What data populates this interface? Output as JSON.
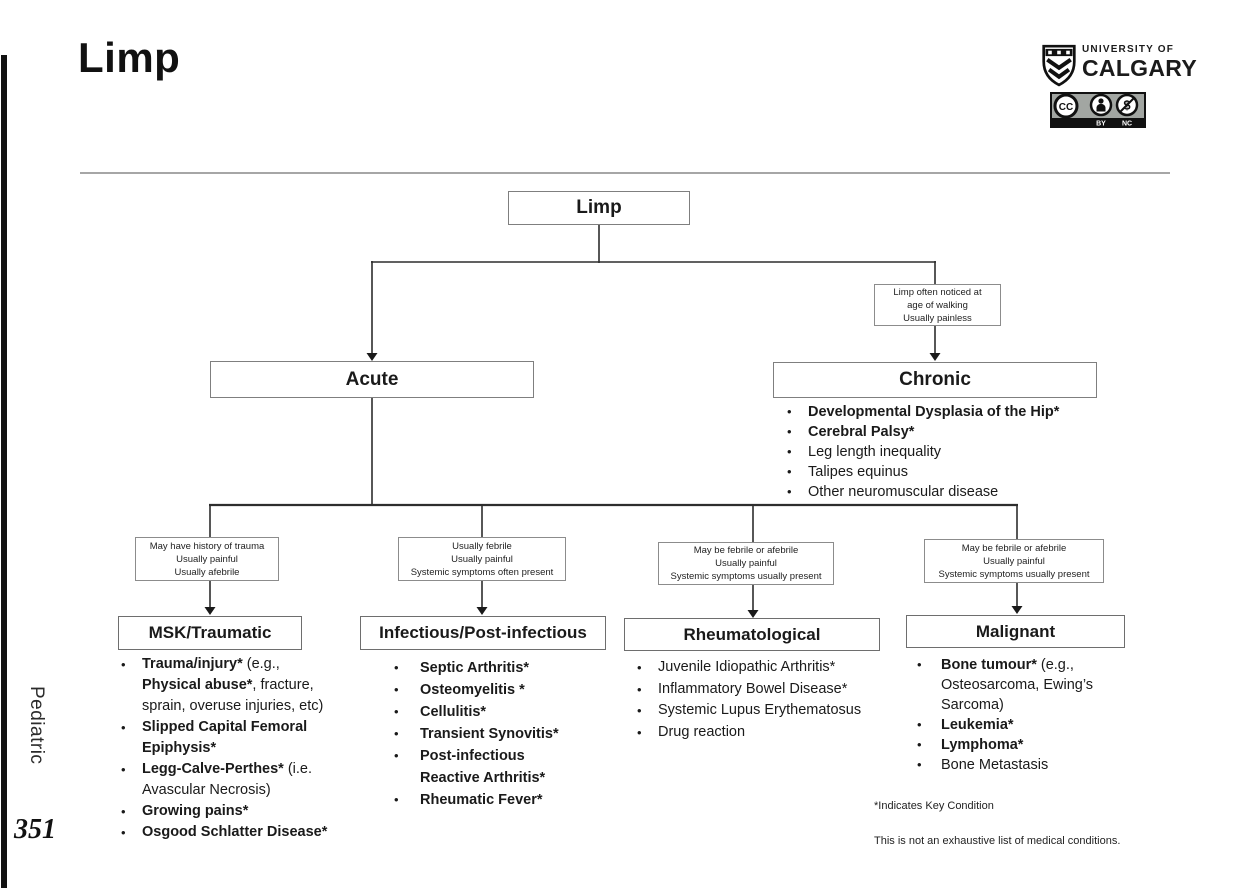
{
  "page": {
    "title": "Limp",
    "sidebar_label": "Pediatric",
    "page_number": "351"
  },
  "logo": {
    "line1": "UNIVERSITY OF",
    "line2": "CALGARY"
  },
  "license": {
    "cc_text": "CC",
    "by_label": "BY",
    "nc_label": "NC"
  },
  "colors": {
    "sidebar_bar": "#111111",
    "divider": "#a6a6a6",
    "box_border": "#7f7f7f",
    "connector": "#2d2d2d",
    "badge_gray": "#a2a6a2"
  },
  "flowchart": {
    "root_label": "Limp",
    "acute_label": "Acute",
    "chronic_label": "Chronic",
    "chronic_note": "Limp often noticed at\nage of walking\nUsually painless",
    "chronic_items": [
      [
        {
          "t": "Developmental Dysplasia of the Hip*",
          "b": true
        }
      ],
      [
        {
          "t": "Cerebral Palsy*",
          "b": true
        }
      ],
      [
        {
          "t": "Leg length inequality",
          "b": false
        }
      ],
      [
        {
          "t": "Talipes equinus",
          "b": false
        }
      ],
      [
        {
          "t": "Other neuromuscular disease",
          "b": false
        }
      ]
    ],
    "branch_notes": {
      "msk": "May have history of trauma\nUsually painful\nUsually afebrile",
      "infectious": "Usually febrile\nUsually painful\nSystemic symptoms often present",
      "rheumatological": "May be febrile or afebrile\nUsually painful\nSystemic symptoms usually present",
      "malignant": "May be febrile or afebrile\nUsually painful\nSystemic symptoms usually present"
    },
    "branch_labels": {
      "msk": "MSK/Traumatic",
      "infectious": "Infectious/Post-infectious",
      "rheumatological": "Rheumatological",
      "malignant": "Malignant"
    },
    "msk_items": [
      [
        {
          "t": "Trauma/injury*",
          "b": true
        },
        {
          "t": " (e.g., ",
          "b": false
        },
        {
          "t": "Physical abuse*",
          "b": true
        },
        {
          "t": ", fracture, sprain, overuse injuries, etc)",
          "b": false
        }
      ],
      [
        {
          "t": "Slipped Capital Femoral Epiphysis*",
          "b": true
        }
      ],
      [
        {
          "t": "Legg-Calve-Perthes*",
          "b": true
        },
        {
          "t": " (i.e. Avascular Necrosis)",
          "b": false
        }
      ],
      [
        {
          "t": "Growing pains*",
          "b": true
        }
      ],
      [
        {
          "t": "Osgood Schlatter Disease*",
          "b": true
        }
      ]
    ],
    "infectious_items": [
      [
        {
          "t": "Septic Arthritis*",
          "b": true
        }
      ],
      [
        {
          "t": "Osteomyelitis *",
          "b": true
        }
      ],
      [
        {
          "t": "Cellulitis*",
          "b": true
        }
      ],
      [
        {
          "t": "Transient Synovitis*",
          "b": true
        }
      ],
      [
        {
          "t": "Post-infectious Reactive Arthritis*",
          "b": true
        }
      ],
      [
        {
          "t": "Rheumatic Fever*",
          "b": true
        }
      ]
    ],
    "rheumatological_items": [
      [
        {
          "t": "Juvenile Idiopathic Arthritis*",
          "b": false
        }
      ],
      [
        {
          "t": "Inflammatory Bowel Disease*",
          "b": false
        }
      ],
      [
        {
          "t": "Systemic Lupus Erythematosus",
          "b": false
        }
      ],
      [
        {
          "t": "Drug reaction",
          "b": false
        }
      ]
    ],
    "malignant_items": [
      [
        {
          "t": "Bone tumour*",
          "b": true
        },
        {
          "t": " (e.g., Osteosarcoma, Ewing’s Sarcoma)",
          "b": false
        }
      ],
      [
        {
          "t": "Leukemia*",
          "b": true
        }
      ],
      [
        {
          "t": "Lymphoma*",
          "b": true
        }
      ],
      [
        {
          "t": "Bone Metastasis",
          "b": false
        }
      ]
    ]
  },
  "footnotes": {
    "key": "*Indicates Key Condition",
    "disclaimer": "This is not an exhaustive list of medical conditions."
  }
}
